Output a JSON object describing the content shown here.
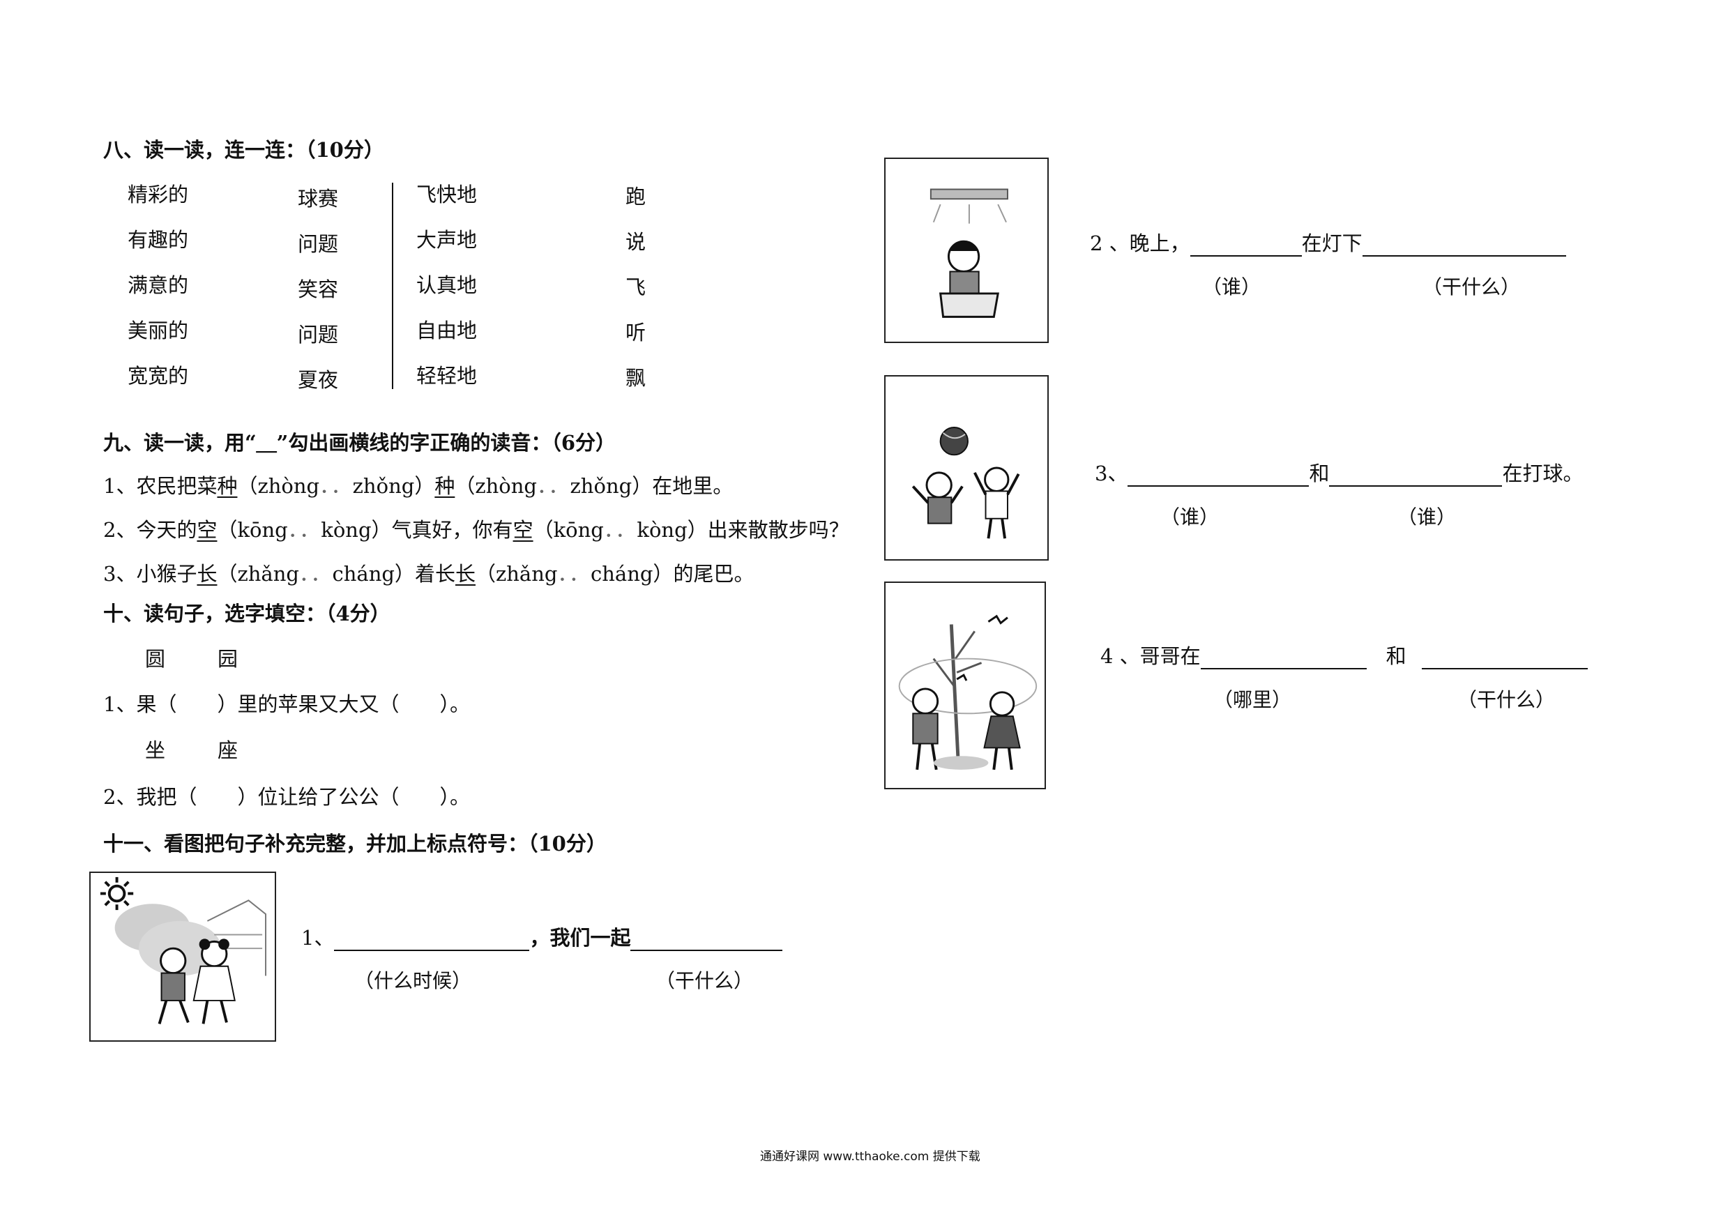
{
  "s8": {
    "title": "八、读一读，连一连：（10分）",
    "col1": [
      "精彩的",
      "有趣的",
      "满意的",
      "美丽的",
      "宽宽的"
    ],
    "col2": [
      "球赛",
      "问题",
      "笑容",
      "问题",
      "夏夜"
    ],
    "col3": [
      "飞快地",
      "大声地",
      "认真地",
      "自由地",
      "轻轻地"
    ],
    "col4": [
      "跑",
      "说",
      "飞",
      "听",
      "飘"
    ]
  },
  "s9": {
    "title": "九、读一读，用“＿”勾出画横线的字正确的读音：（6分）",
    "q1": {
      "a": "1、农民把菜",
      "u1": "种",
      "p1": "（zhòng",
      "p1b": "zhǒng）",
      "u2": "种",
      "p2": "（zhòng",
      "p2b": "zhǒng）",
      "b": "在地里。"
    },
    "q2": {
      "a": "2、今天的",
      "u1": "空",
      "p1": "（kōng",
      "p1b": "kòng）",
      "m": "气真好，你有",
      "u2": "空",
      "p2": "（kōng",
      "p2b": "kòng）",
      "b": "出来散散步吗？"
    },
    "q3": {
      "a": "3、小猴子",
      "u1": "长",
      "p1": "（zhǎng",
      "p1b": "cháng）",
      "m": "着长",
      "u2": "长",
      "p2": "（zhǎng",
      "p2b": "cháng）",
      "b": "的尾巴。"
    },
    "sep": "．．"
  },
  "s10": {
    "title": "十、读句子，选字填空：（4分）",
    "pair1": [
      "圆",
      "园"
    ],
    "q1": "1、果（　　）里的苹果又大又（　　）。",
    "pair2": [
      "坐",
      "座"
    ],
    "q2": "2、我把（　　）位让给了公公（　　）。"
  },
  "s11": {
    "title": "十一、看图把句子补充完整，并加上标点符号：（10分）",
    "q1": {
      "num": "1、",
      "mid": "，我们一起",
      "h1": "（什么时候）",
      "h2": "（干什么）"
    },
    "q2": {
      "a": "2 、晚上，",
      "mid": "在灯下",
      "h1": "（谁）",
      "h2": "（干什么）"
    },
    "q3": {
      "a": "3、",
      "mid": "和",
      "b": "在打球。",
      "h1": "（谁）",
      "h2": "（谁）"
    },
    "q4": {
      "a": "4 、哥哥在",
      "mid": "和",
      "h1": "（哪里）",
      "h2": "（干什么）"
    }
  },
  "footer": "通通好课网  www.tthaoke.com  提供下载"
}
